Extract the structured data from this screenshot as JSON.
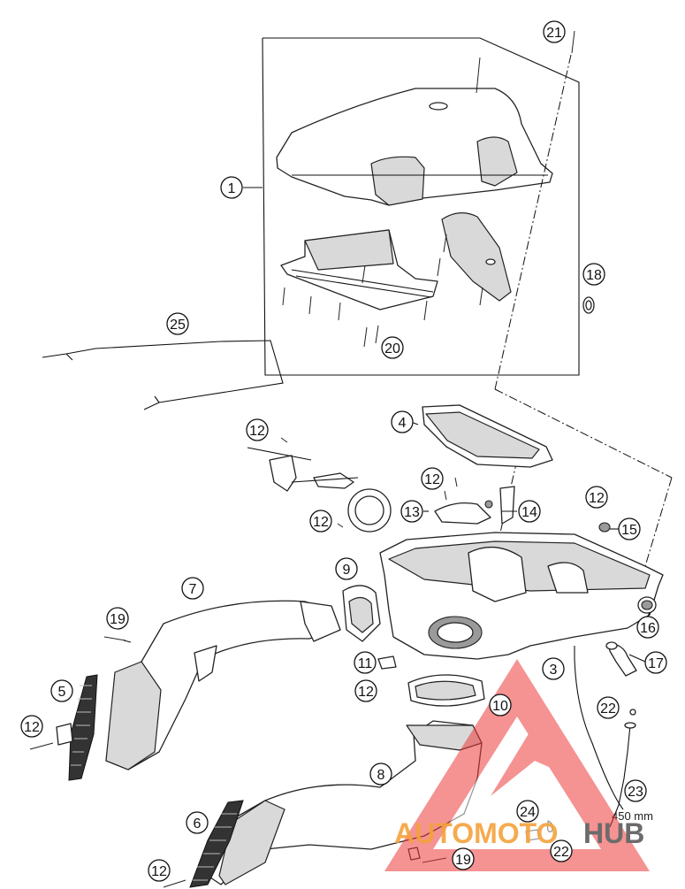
{
  "callouts": [
    {
      "id": "c1",
      "label": "1"
    },
    {
      "id": "c3",
      "label": "3"
    },
    {
      "id": "c4",
      "label": "4"
    },
    {
      "id": "c5",
      "label": "5"
    },
    {
      "id": "c6",
      "label": "6"
    },
    {
      "id": "c7",
      "label": "7"
    },
    {
      "id": "c8",
      "label": "8"
    },
    {
      "id": "c9",
      "label": "9"
    },
    {
      "id": "c10",
      "label": "10"
    },
    {
      "id": "c11",
      "label": "11"
    },
    {
      "id": "c12a",
      "label": "12"
    },
    {
      "id": "c12b",
      "label": "12"
    },
    {
      "id": "c12c",
      "label": "12"
    },
    {
      "id": "c12d",
      "label": "12"
    },
    {
      "id": "c12e",
      "label": "12"
    },
    {
      "id": "c12f",
      "label": "12"
    },
    {
      "id": "c12g",
      "label": "12"
    },
    {
      "id": "c13",
      "label": "13"
    },
    {
      "id": "c14",
      "label": "14"
    },
    {
      "id": "c15",
      "label": "15"
    },
    {
      "id": "c16",
      "label": "16"
    },
    {
      "id": "c17",
      "label": "17"
    },
    {
      "id": "c18",
      "label": "18"
    },
    {
      "id": "c19a",
      "label": "19"
    },
    {
      "id": "c19b",
      "label": "19"
    },
    {
      "id": "c20",
      "label": "20"
    },
    {
      "id": "c21",
      "label": "21"
    },
    {
      "id": "c22a",
      "label": "22"
    },
    {
      "id": "c22b",
      "label": "22"
    },
    {
      "id": "c23",
      "label": "23"
    },
    {
      "id": "c24",
      "label": "24"
    },
    {
      "id": "c25",
      "label": "25"
    }
  ],
  "hose_length_label": "450 mm",
  "watermark": {
    "part1": "AUTOMOTO",
    "part2": "HUB",
    "color_orange": "#f4a23b",
    "color_gray": "#6b6b6b",
    "color_red": "#ee3a3a"
  }
}
